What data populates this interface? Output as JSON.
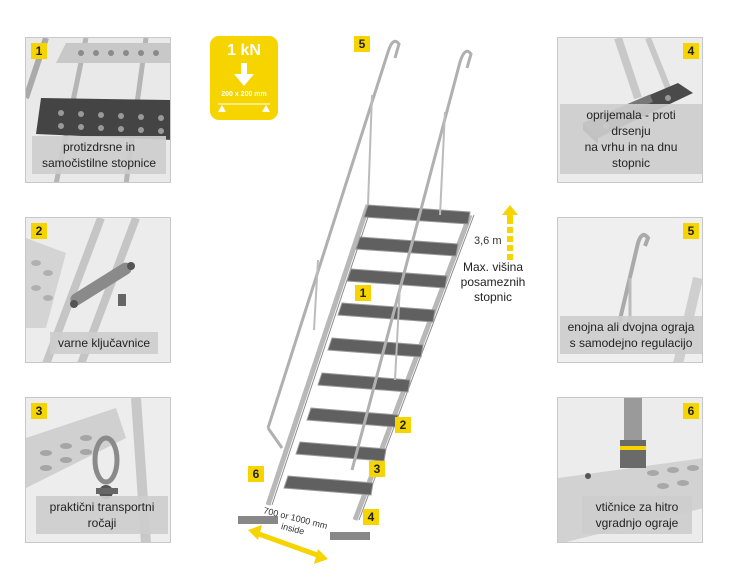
{
  "panels": [
    {
      "number": "1",
      "caption": "protizdrsne in\nsamočistilne stopnice"
    },
    {
      "number": "2",
      "caption": "varne ključavnice"
    },
    {
      "number": "3",
      "caption": "praktični transportni\nročaji"
    },
    {
      "number": "4",
      "caption": "oprijemala - proti drsenju\nna vrhu in na dnu stopnic"
    },
    {
      "number": "5",
      "caption": "enojna ali dvojna ograja\ns samodejno regulacijo"
    },
    {
      "number": "6",
      "caption": "vtičnice za hitro\nvgradnjo ograje"
    }
  ],
  "load_badge": {
    "value": "1 kN",
    "area": "200 x 200 mm"
  },
  "height": {
    "value": "3,6 m",
    "caption": "Max. višina\nposameznih\nstopnic"
  },
  "width": {
    "label": "700 or 1000 mm\ninside"
  },
  "callouts": [
    "5",
    "1",
    "2",
    "3",
    "6",
    "4"
  ],
  "colors": {
    "accent": "#f5d400",
    "caption_bg": "#cdcdcd",
    "panel_bg": "#eeeeee"
  }
}
